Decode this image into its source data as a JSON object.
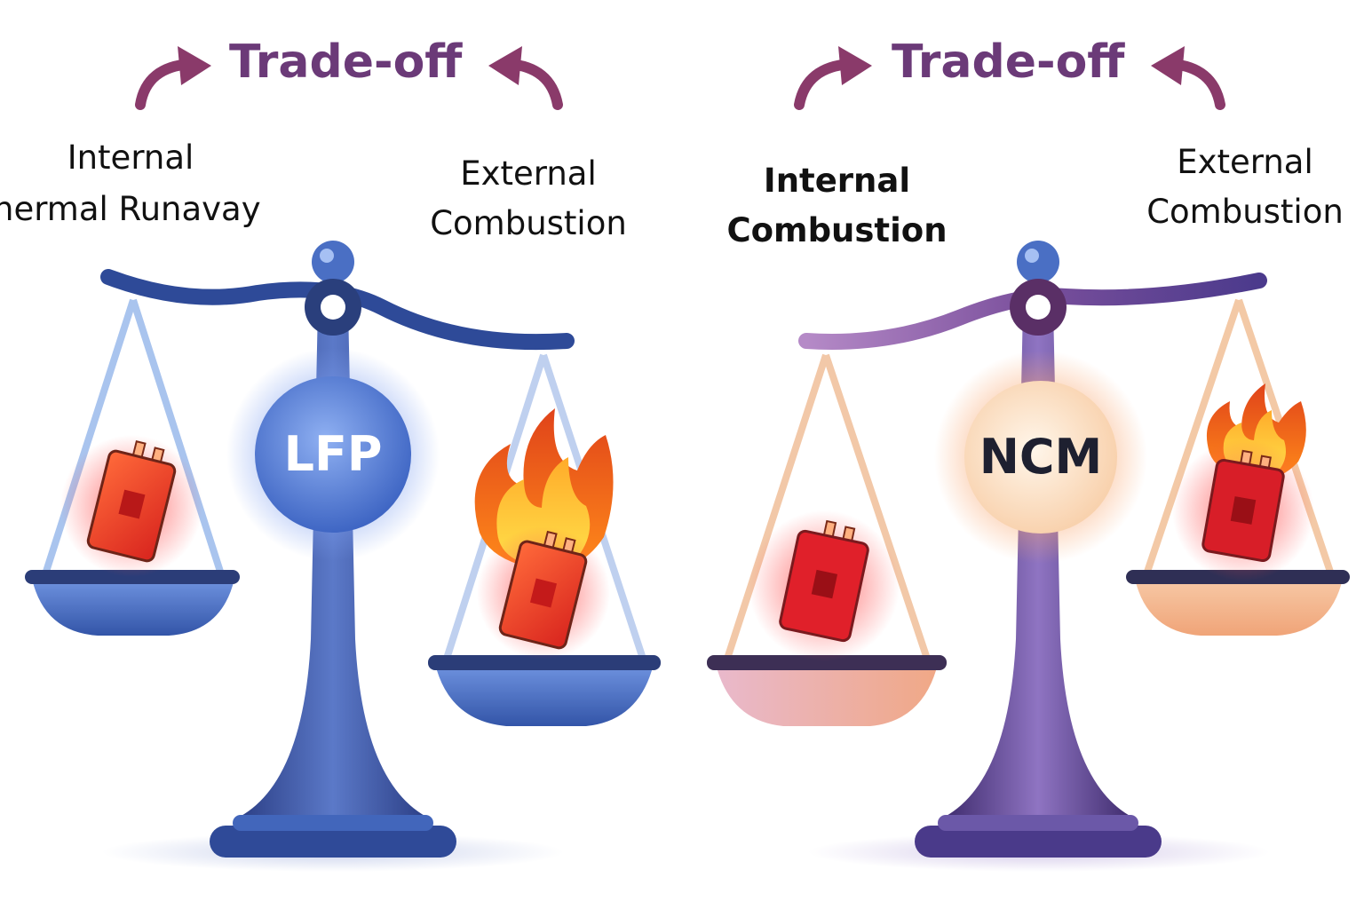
{
  "left_scale": {
    "title": "Trade-off",
    "label_left_line1": "Internal",
    "label_left_line2": "hermal Runavay",
    "label_right_line1": "External",
    "label_right_line2": "Combustion",
    "center_label": "LFP",
    "theme_color": "#3d5ea8",
    "accent_color": "#8a3a6a"
  },
  "right_scale": {
    "title": "Trade-off",
    "label_left_line1": "Internal",
    "label_left_line2": "Combustion",
    "label_right_line1": "External",
    "label_right_line2": "Combustion",
    "center_label": "NCM",
    "theme_color": "#5a3d8a",
    "accent_color": "#8a3a6a"
  },
  "icons": [
    "curved-arrow-icon",
    "battery-cell-icon",
    "flame-icon"
  ]
}
